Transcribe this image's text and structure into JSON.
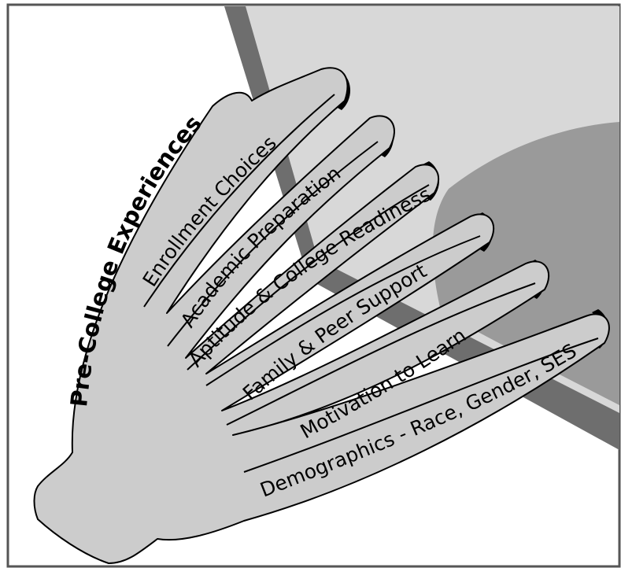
{
  "diagram": {
    "title": "Pre-College Experiences",
    "fingers": [
      {
        "label": "Enrollment Choices"
      },
      {
        "label": "Academic Preparation"
      },
      {
        "label": "Aptitude & College Readiness"
      },
      {
        "label": "Family & Peer Support"
      },
      {
        "label": "Motivation to Learn"
      },
      {
        "label": "Demographics - Race, Gender, SES"
      }
    ]
  },
  "colors": {
    "frame": "#555555",
    "hand": "#cccccc",
    "door": "#d8d8d8",
    "door_edge": "#6e6e6e",
    "shadow": "#9a9a9a",
    "outline": "#000000"
  }
}
